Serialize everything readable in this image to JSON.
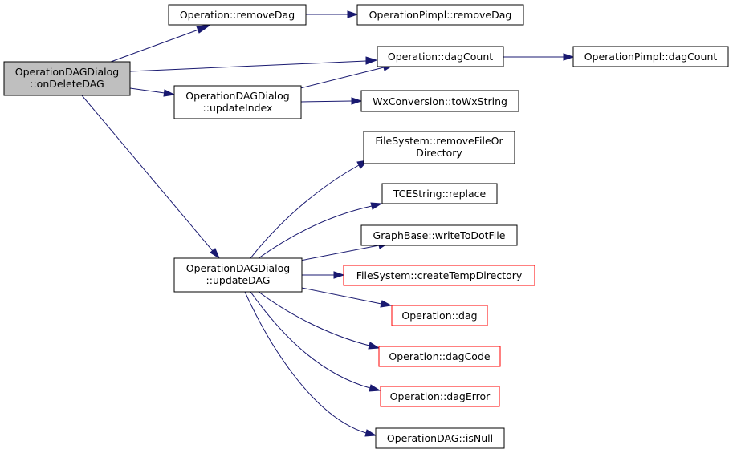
{
  "colors": {
    "edge": "#191970",
    "root_fill": "#bfbfbf",
    "node_fill": "#ffffff",
    "border_normal": "#000000",
    "border_red": "#ff0000"
  },
  "nodes": {
    "root": {
      "lines": [
        "OperationDAGDialog",
        "::onDeleteDAG"
      ],
      "style": "root"
    },
    "op_removeDag": {
      "lines": [
        "Operation::removeDag"
      ],
      "style": "normal"
    },
    "pimpl_removeDag": {
      "lines": [
        "OperationPimpl::removeDag"
      ],
      "style": "normal"
    },
    "op_dagCount": {
      "lines": [
        "Operation::dagCount"
      ],
      "style": "normal"
    },
    "pimpl_dagCount": {
      "lines": [
        "OperationPimpl::dagCount"
      ],
      "style": "normal"
    },
    "updateIndex": {
      "lines": [
        "OperationDAGDialog",
        "::updateIndex"
      ],
      "style": "normal"
    },
    "toWxString": {
      "lines": [
        "WxConversion::toWxString"
      ],
      "style": "normal"
    },
    "removeFileOr": {
      "lines": [
        "FileSystem::removeFileOr",
        "Directory"
      ],
      "style": "normal"
    },
    "tce_replace": {
      "lines": [
        "TCEString::replace"
      ],
      "style": "normal"
    },
    "writeToDotFile": {
      "lines": [
        "GraphBase::writeToDotFile"
      ],
      "style": "normal"
    },
    "createTempDir": {
      "lines": [
        "FileSystem::createTempDirectory"
      ],
      "style": "red"
    },
    "op_dag": {
      "lines": [
        "Operation::dag"
      ],
      "style": "red"
    },
    "op_dagCode": {
      "lines": [
        "Operation::dagCode"
      ],
      "style": "red"
    },
    "op_dagError": {
      "lines": [
        "Operation::dagError"
      ],
      "style": "red"
    },
    "isNull": {
      "lines": [
        "OperationDAG::isNull"
      ],
      "style": "normal"
    },
    "updateDAG": {
      "lines": [
        "OperationDAGDialog",
        "::updateDAG"
      ],
      "style": "normal"
    }
  },
  "edges": [
    {
      "from": "root",
      "to": "op_removeDag"
    },
    {
      "from": "root",
      "to": "op_dagCount"
    },
    {
      "from": "root",
      "to": "updateIndex"
    },
    {
      "from": "root",
      "to": "updateDAG"
    },
    {
      "from": "op_removeDag",
      "to": "pimpl_removeDag"
    },
    {
      "from": "op_dagCount",
      "to": "pimpl_dagCount"
    },
    {
      "from": "updateIndex",
      "to": "op_dagCount"
    },
    {
      "from": "updateIndex",
      "to": "toWxString"
    },
    {
      "from": "updateDAG",
      "to": "removeFileOr"
    },
    {
      "from": "updateDAG",
      "to": "tce_replace"
    },
    {
      "from": "updateDAG",
      "to": "writeToDotFile"
    },
    {
      "from": "updateDAG",
      "to": "createTempDir"
    },
    {
      "from": "updateDAG",
      "to": "op_dag"
    },
    {
      "from": "updateDAG",
      "to": "op_dagCode"
    },
    {
      "from": "updateDAG",
      "to": "op_dagError"
    },
    {
      "from": "updateDAG",
      "to": "isNull"
    }
  ]
}
